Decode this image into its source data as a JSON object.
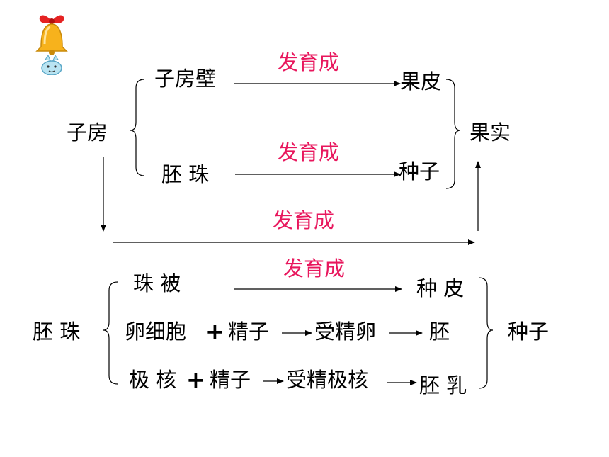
{
  "colors": {
    "text": "#000000",
    "accent": "#e8175d"
  },
  "ovary": {
    "label": "子房",
    "wall": "子房壁",
    "ovule": "胚 珠",
    "pericarp": "果皮",
    "seed": "种子",
    "fruit": "果实",
    "arrow_wall": "发育成",
    "arrow_ovule": "发育成",
    "arrow_ovary": "发育成"
  },
  "ovule": {
    "label": "胚 珠",
    "integument": "珠 被",
    "egg_cell": "卵细胞",
    "polar_nuclei": "极 核",
    "plus": "+",
    "sperm": "精子",
    "zygote": "受精卵",
    "fertilized_polar": "受精极核",
    "seed_coat": "种 皮",
    "embryo": "胚",
    "endosperm": "胚 乳",
    "seed": "种子",
    "arrow_integument": "发育成"
  },
  "icons": {
    "bell": "bell-icon"
  }
}
